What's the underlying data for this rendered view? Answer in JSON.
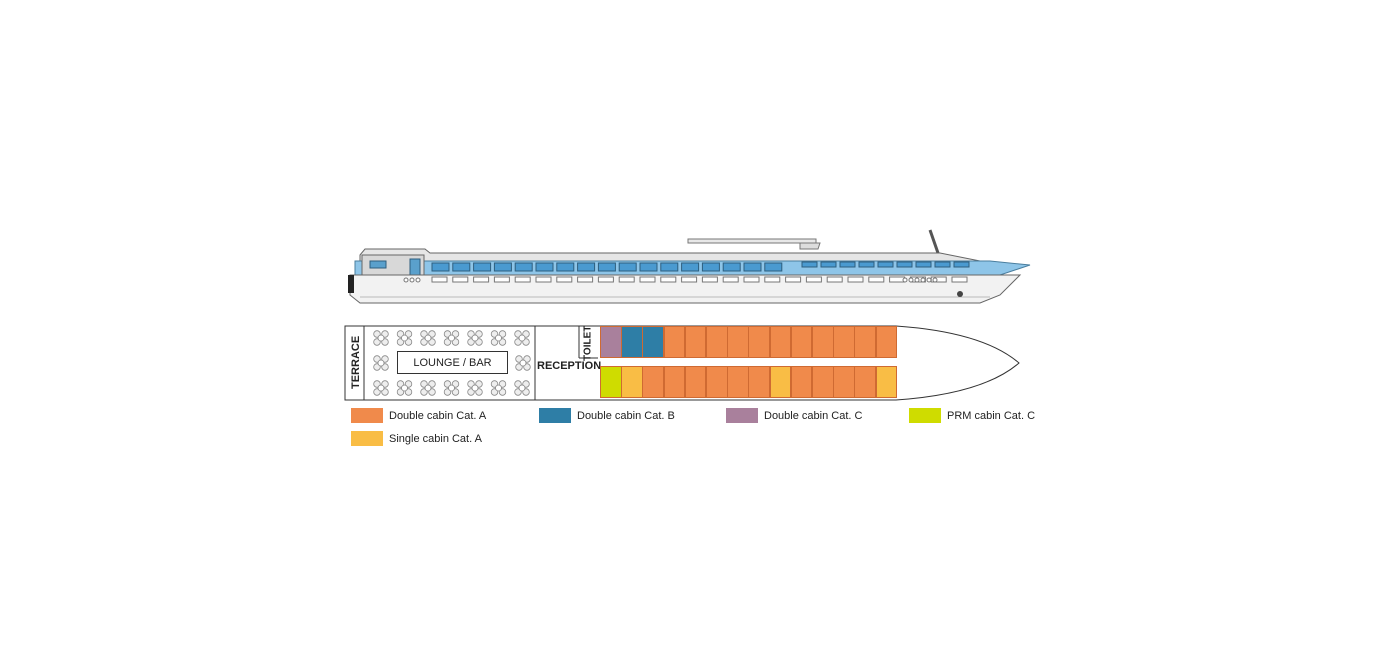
{
  "colors": {
    "double_a": "#f08a4b",
    "double_b": "#2e7ea6",
    "double_c": "#a9809c",
    "prm_c": "#cfdc00",
    "single_a": "#f9bd45",
    "hull_blue": "#8ec5e8",
    "outline": "#333333"
  },
  "plan": {
    "terrace": "TERRACE",
    "lounge": "LOUNGE / BAR",
    "reception": "RECEPTION",
    "toilet": "TOILET",
    "top_row": [
      "double_c",
      "double_b",
      "double_b",
      "double_a",
      "double_a",
      "double_a",
      "double_a",
      "double_a",
      "double_a",
      "double_a",
      "double_a",
      "double_a",
      "double_a",
      "double_a"
    ],
    "bottom_row": [
      "prm_c",
      "single_a",
      "double_a",
      "double_a",
      "double_a",
      "double_a",
      "double_a",
      "double_a",
      "single_a",
      "double_a",
      "double_a",
      "double_a",
      "double_a",
      "single_a"
    ]
  },
  "legend": [
    {
      "label": "Double cabin Cat. A",
      "color_key": "double_a"
    },
    {
      "label": "Double cabin Cat. B",
      "color_key": "double_b"
    },
    {
      "label": "Double cabin Cat. C",
      "color_key": "double_c"
    },
    {
      "label": "PRM cabin Cat. C",
      "color_key": "prm_c"
    },
    {
      "label": "Single cabin Cat. A",
      "color_key": "single_a"
    }
  ]
}
